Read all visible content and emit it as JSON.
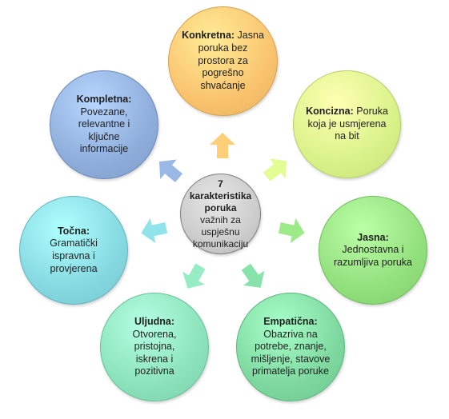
{
  "center": {
    "label_bold": "7 karakteristika poruka",
    "label_rest": " važnih za uspješnu komunikaciju"
  },
  "nodes": [
    {
      "id": "konkretna",
      "title": "Konkretna:",
      "text": " Jasna poruka bez prostora za pogrešno shvaćanje",
      "color": "#FAC46F"
    },
    {
      "id": "koncizna",
      "title": "Koncizna:",
      "text": " Poruka koja je usmjerena na bit",
      "color": "#D9F28A"
    },
    {
      "id": "jasna",
      "title": "Jasna:",
      "text": " Jednostavna i razumljiva poruka",
      "color": "#93E07E"
    },
    {
      "id": "empaticna",
      "title": "Empatična:",
      "text": " Obazriva na potrebe, znanje, mišljenje, stavove primatelja poruke",
      "color": "#7ED9A0"
    },
    {
      "id": "uljudna",
      "title": "Uljudna:",
      "text": " Otvorena, pristojna, iskrena i pozitivna",
      "color": "#8CE3BB"
    },
    {
      "id": "tocna",
      "title": "Točna:",
      "text": " Gramatički ispravna i provjerena",
      "color": "#86D9E1"
    },
    {
      "id": "kompletna",
      "title": "Kompletna:",
      "text": " Povezane, relevantne i ključne informacije",
      "color": "#8FAEDB"
    }
  ]
}
